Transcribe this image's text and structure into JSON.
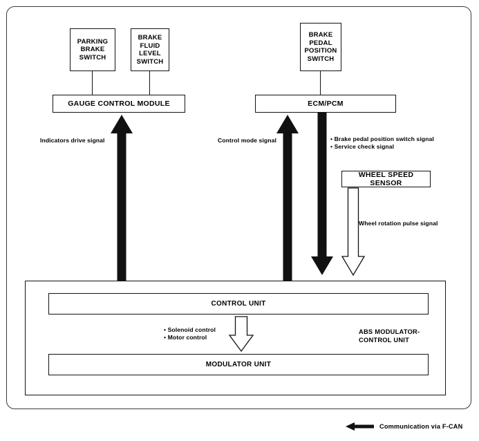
{
  "diagram": {
    "title": "ABS system signal flow diagram",
    "colors": {
      "line": "#111111",
      "frame": "#3a3a3a",
      "background": "#ffffff"
    },
    "top_boxes": [
      {
        "id": "parking-brake-switch",
        "label": "PARKING\nBRAKE\nSWITCH"
      },
      {
        "id": "brake-fluid-level-switch",
        "label": "BRAKE\nFLUID\nLEVEL\nSWITCH"
      },
      {
        "id": "brake-pedal-position-switch",
        "label": "BRAKE\nPEDAL\nPOSITION\nSWITCH"
      }
    ],
    "module_boxes": [
      {
        "id": "gauge-control-module",
        "label": "GAUGE CONTROL MODULE"
      },
      {
        "id": "ecm-pcm",
        "label": "ECM/PCM"
      },
      {
        "id": "wheel-speed-sensor",
        "label": "WHEEL SPEED SENSOR"
      }
    ],
    "abs_unit": {
      "label": "ABS MODULATOR-\nCONTROL UNIT",
      "control_unit": "CONTROL UNIT",
      "modulator_unit": "MODULATOR UNIT",
      "internal_signal": "• Solenoid control\n• Motor control"
    },
    "signal_labels": [
      {
        "id": "indicators-drive-signal",
        "text": "Indicators drive signal"
      },
      {
        "id": "control-mode-signal",
        "text": "Control mode signal"
      },
      {
        "id": "brake-service-signals",
        "text": "• Brake pedal position switch signal\n• Service check signal"
      },
      {
        "id": "wheel-rotation-pulse-signal",
        "text": "Wheel rotation pulse signal"
      }
    ],
    "legend": {
      "text": "Communication via F-CAN"
    }
  }
}
